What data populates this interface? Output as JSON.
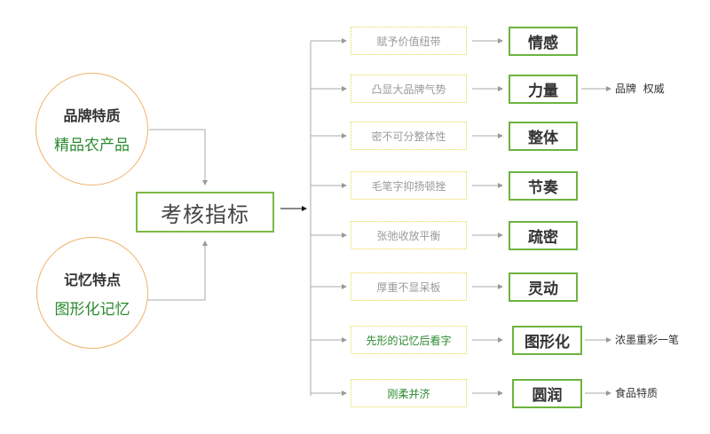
{
  "left_circles": [
    {
      "title": "品牌特质",
      "subtitle": "精品农产品"
    },
    {
      "title": "记忆特点",
      "subtitle": "图形化记忆"
    }
  ],
  "center_label": "考核指标",
  "rows": [
    {
      "desc": "赋予价值纽带",
      "key": "情感",
      "note": null,
      "highlight": false
    },
    {
      "desc": "凸显大品牌气势",
      "key": "力量",
      "note": "品牌  权威",
      "highlight": false
    },
    {
      "desc": "密不可分整体性",
      "key": "整体",
      "note": null,
      "highlight": false
    },
    {
      "desc": "毛笔字抑扬顿挫",
      "key": "节奏",
      "note": null,
      "highlight": false
    },
    {
      "desc": "张弛收放平衡",
      "key": "疏密",
      "note": null,
      "highlight": false
    },
    {
      "desc": "厚重不显呆板",
      "key": "灵动",
      "note": null,
      "highlight": false
    },
    {
      "desc": "先形的记忆后看字",
      "key": "图形化",
      "note": "浓墨重彩一笔",
      "highlight": true
    },
    {
      "desc": "刚柔并济",
      "key": "圆润",
      "note": "食品特质",
      "highlight": true
    }
  ],
  "colors": {
    "accent_green": "#6db33f",
    "text_green": "#2a8a2e",
    "circle_border": "#f0b26a",
    "dotted_border": "#e6d94a"
  }
}
